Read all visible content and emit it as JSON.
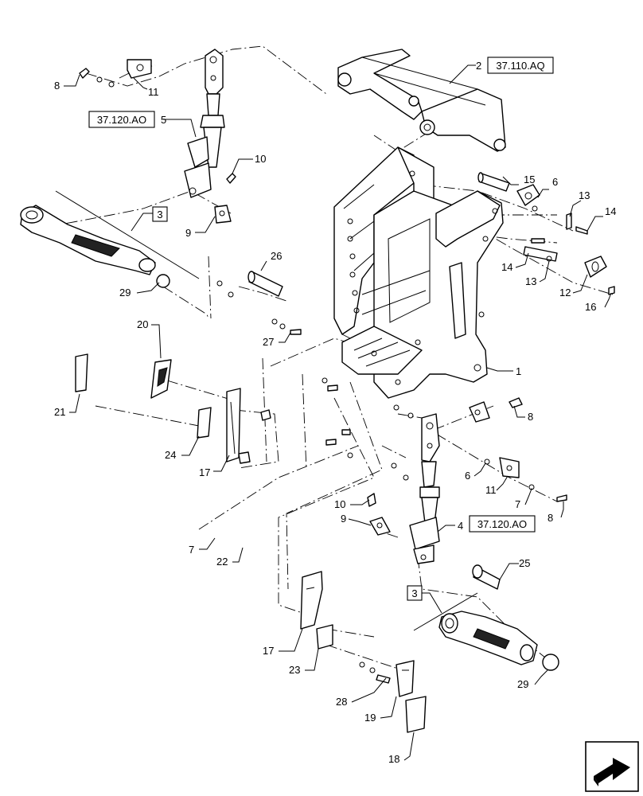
{
  "references": {
    "frame_ref": "37.110.AQ",
    "top_link_ref_upper": "37.120.AO",
    "top_link_ref_lower": "37.120.AO",
    "lift_arm_ref_upper": "3",
    "lift_arm_ref_lower": "3"
  },
  "callouts": {
    "c1": "1",
    "c2": "2",
    "c4": "4",
    "c5": "5",
    "c6a": "6",
    "c6b": "6",
    "c7a": "7",
    "c7b": "7",
    "c8a": "8",
    "c8b": "8",
    "c8c": "8",
    "c9a": "9",
    "c9b": "9",
    "c10a": "10",
    "c10b": "10",
    "c11a": "11",
    "c11b": "11",
    "c12": "12",
    "c13a": "13",
    "c13b": "13",
    "c14a": "14",
    "c14b": "14",
    "c15": "15",
    "c16": "16",
    "c17a": "17",
    "c17b": "17",
    "c18": "18",
    "c19": "19",
    "c20": "20",
    "c21": "21",
    "c22": "22",
    "c23": "23",
    "c24": "24",
    "c25": "25",
    "c26": "26",
    "c27": "27",
    "c28": "28",
    "c29a": "29",
    "c29b": "29"
  },
  "icons": {
    "corner_icon": "next-page-arrow-icon"
  }
}
